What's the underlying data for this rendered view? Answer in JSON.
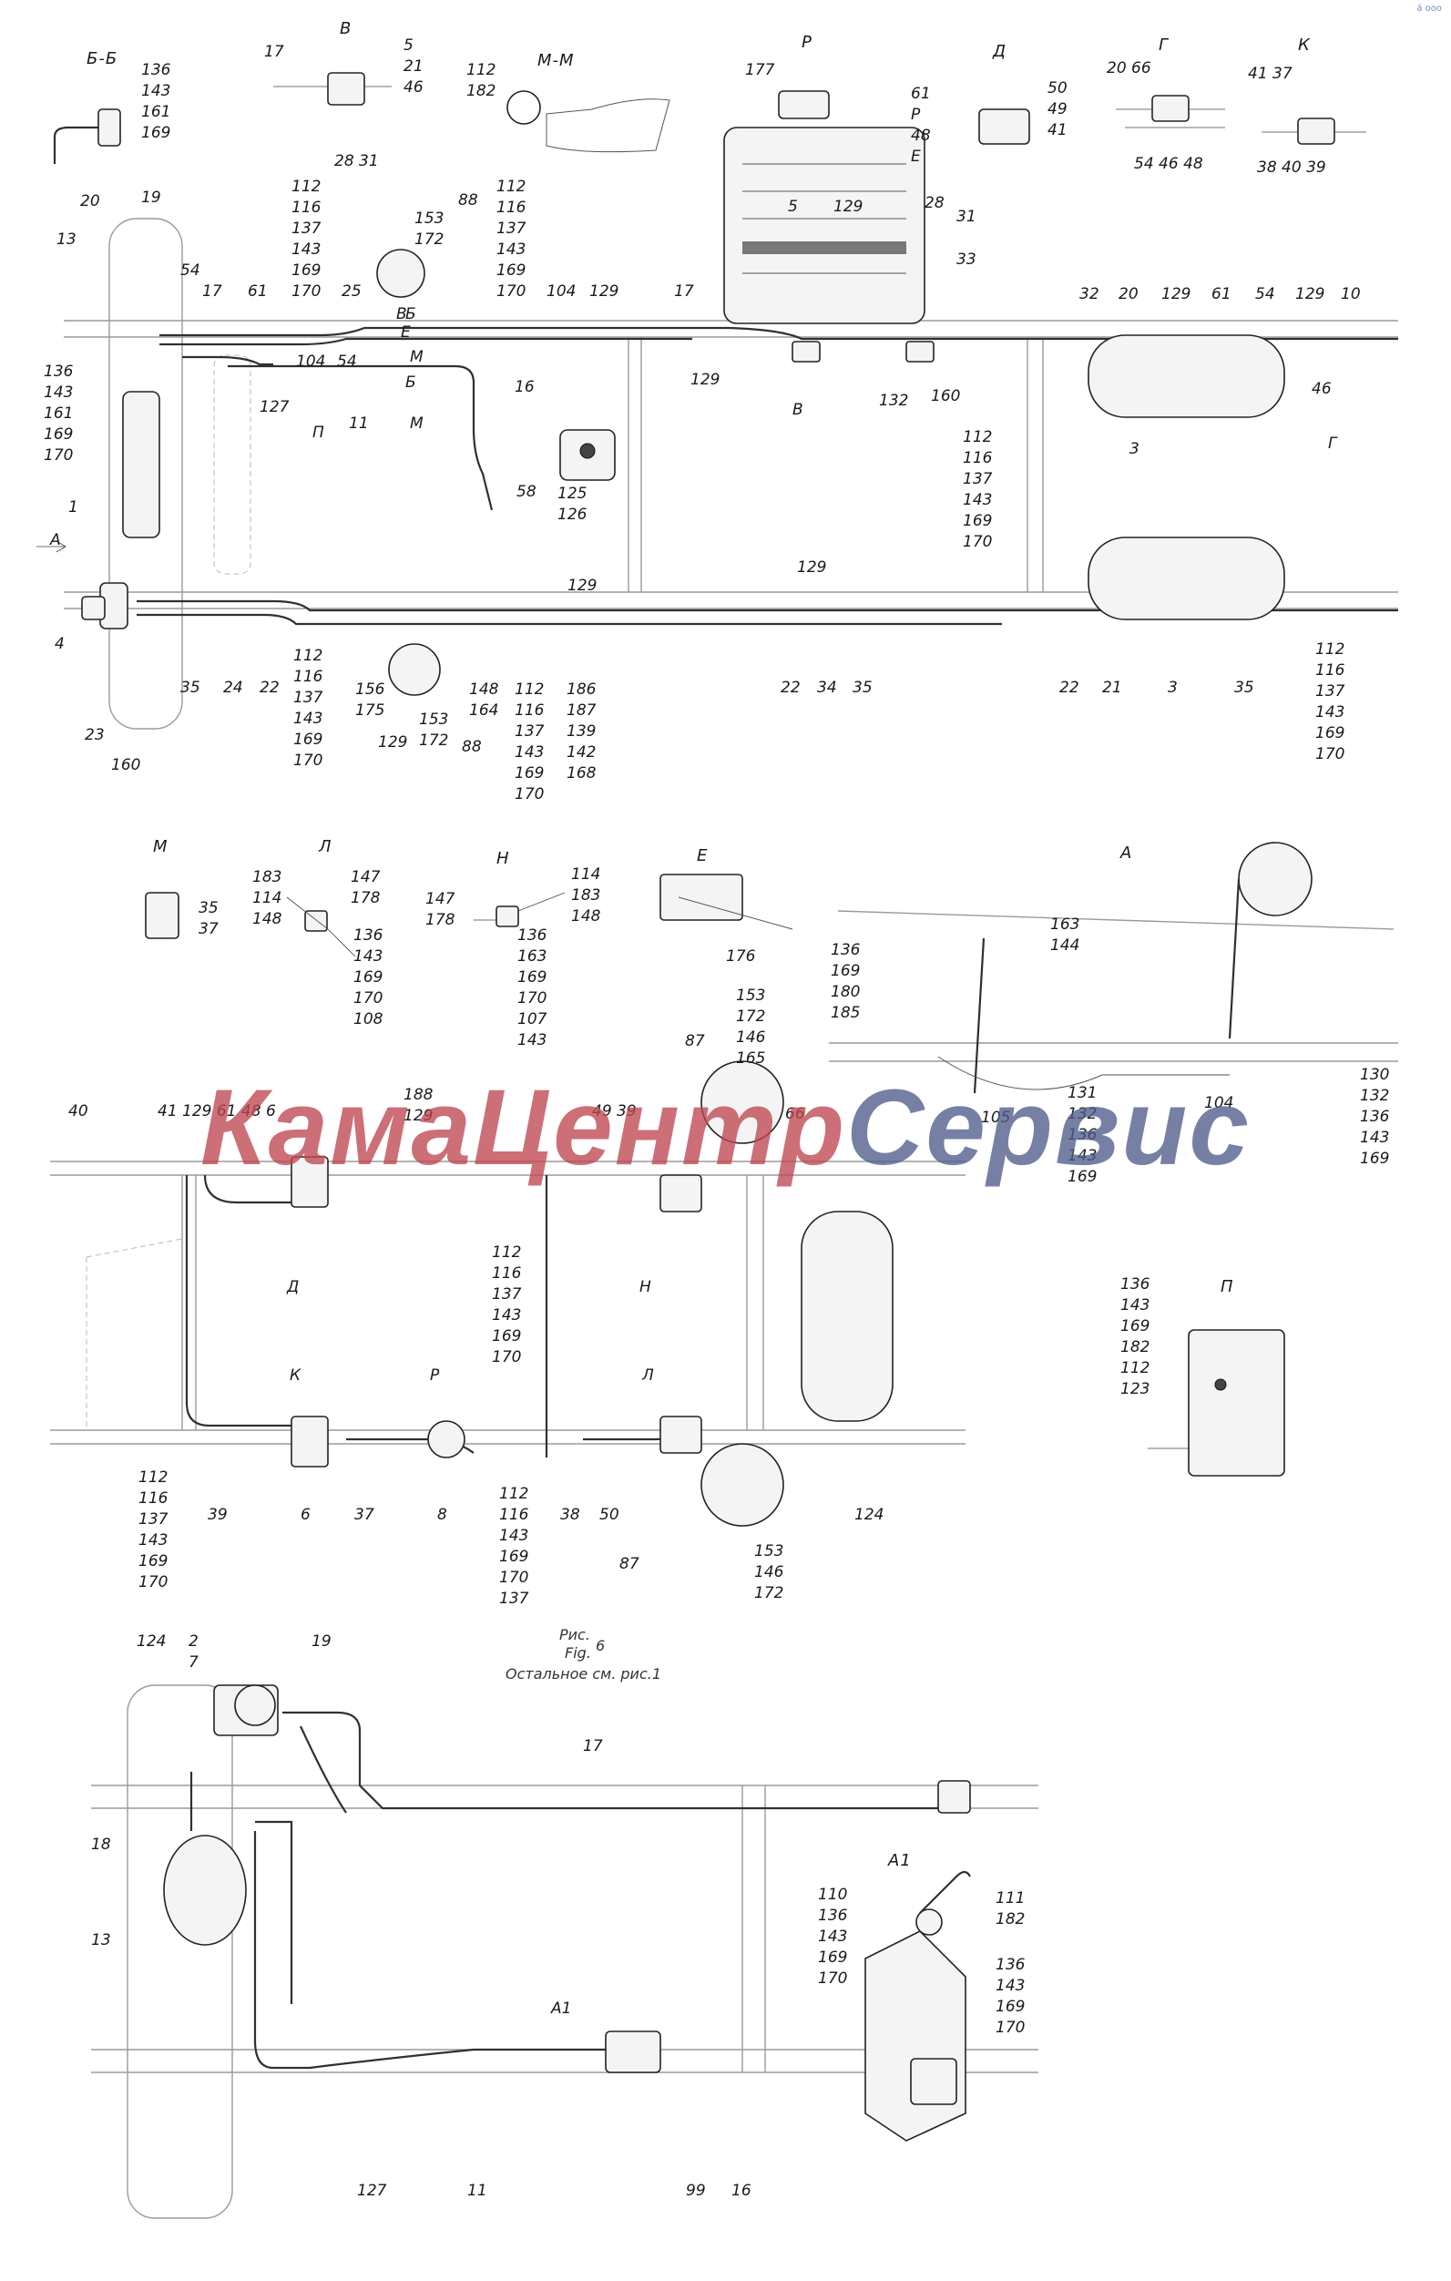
{
  "corner_text": "á ooo",
  "watermark": {
    "part1": "КамаЦ",
    "part2": "ентр",
    "part3": "Сервис"
  },
  "caption": {
    "ris": "Рис.",
    "fig": "Fig.",
    "num": "6",
    "note": "Остальное см. рис.1"
  },
  "view_titles": [
    {
      "id": "bb",
      "text": "Б-Б"
    },
    {
      "id": "v",
      "text": "В"
    },
    {
      "id": "mm",
      "text": "М-М"
    },
    {
      "id": "r",
      "text": "Р"
    },
    {
      "id": "d",
      "text": "Д"
    },
    {
      "id": "g",
      "text": "Г"
    },
    {
      "id": "k",
      "text": "К"
    },
    {
      "id": "m",
      "text": "М"
    },
    {
      "id": "l",
      "text": "Л"
    },
    {
      "id": "n",
      "text": "Н"
    },
    {
      "id": "e",
      "text": "Е"
    },
    {
      "id": "a",
      "text": "А"
    },
    {
      "id": "p",
      "text": "П"
    },
    {
      "id": "a1",
      "text": "А1"
    }
  ],
  "callouts": [
    {
      "id": "c1",
      "text": "136\n143\n161\n169"
    },
    {
      "id": "c2",
      "text": "17"
    },
    {
      "id": "c3",
      "text": "5\n21\n46"
    },
    {
      "id": "c4",
      "text": "28 31"
    },
    {
      "id": "c5",
      "text": "112\n182"
    },
    {
      "id": "c6",
      "text": "177"
    },
    {
      "id": "c7",
      "text": "61\nР\n48\nЕ"
    },
    {
      "id": "c8",
      "text": "50\n49\n41"
    },
    {
      "id": "c9",
      "text": "20   66"
    },
    {
      "id": "c10",
      "text": "54   46   48"
    },
    {
      "id": "c11",
      "text": "41   37"
    },
    {
      "id": "c12",
      "text": "38   40   39"
    },
    {
      "id": "c13",
      "text": "20"
    },
    {
      "id": "c14",
      "text": "19"
    },
    {
      "id": "c15",
      "text": "13"
    },
    {
      "id": "c16",
      "text": "54"
    },
    {
      "id": "c17",
      "text": "17"
    },
    {
      "id": "c18",
      "text": "61"
    },
    {
      "id": "c19",
      "text": "112\n116\n137\n143\n169\n170"
    },
    {
      "id": "c20",
      "text": "25"
    },
    {
      "id": "c21",
      "text": "153\n172"
    },
    {
      "id": "c22",
      "text": "88"
    },
    {
      "id": "c23",
      "text": "112\n116\n137\n143\n169\n170"
    },
    {
      "id": "c24",
      "text": "104"
    },
    {
      "id": "c25",
      "text": "129"
    },
    {
      "id": "c26",
      "text": "17"
    },
    {
      "id": "c27",
      "text": "5"
    },
    {
      "id": "c28",
      "text": "129"
    },
    {
      "id": "c29",
      "text": "28"
    },
    {
      "id": "c30",
      "text": "31"
    },
    {
      "id": "c31",
      "text": "33"
    },
    {
      "id": "c32",
      "text": "32"
    },
    {
      "id": "c33",
      "text": "20"
    },
    {
      "id": "c34",
      "text": "129"
    },
    {
      "id": "c35",
      "text": "61"
    },
    {
      "id": "c36",
      "text": "54"
    },
    {
      "id": "c37",
      "text": "129"
    },
    {
      "id": "c38",
      "text": "10"
    },
    {
      "id": "c39",
      "text": "136\n143\n161\n169\n170"
    },
    {
      "id": "c40",
      "text": "104"
    },
    {
      "id": "c41",
      "text": "54"
    },
    {
      "id": "c42",
      "text": "127"
    },
    {
      "id": "c43",
      "text": "11"
    },
    {
      "id": "c44",
      "text": "16"
    },
    {
      "id": "c45",
      "text": "58"
    },
    {
      "id": "c46",
      "text": "125\n126"
    },
    {
      "id": "c47",
      "text": "129"
    },
    {
      "id": "c48",
      "text": "132"
    },
    {
      "id": "c49",
      "text": "160"
    },
    {
      "id": "c50",
      "text": "112\n116\n137\n143\n169\n170"
    },
    {
      "id": "c51",
      "text": "3"
    },
    {
      "id": "c52",
      "text": "46"
    },
    {
      "id": "c53",
      "text": "1"
    },
    {
      "id": "c54",
      "text": "129"
    },
    {
      "id": "c55",
      "text": "129"
    },
    {
      "id": "c56",
      "text": "4"
    },
    {
      "id": "c57",
      "text": "23"
    },
    {
      "id": "c58",
      "text": "160"
    },
    {
      "id": "c59",
      "text": "35"
    },
    {
      "id": "c60",
      "text": "24"
    },
    {
      "id": "c61",
      "text": "22"
    },
    {
      "id": "c62",
      "text": "112\n116\n137\n143\n169\n170"
    },
    {
      "id": "c63",
      "text": "156\n175"
    },
    {
      "id": "c64",
      "text": "129"
    },
    {
      "id": "c65",
      "text": "153\n172"
    },
    {
      "id": "c66",
      "text": "88"
    },
    {
      "id": "c67",
      "text": "148\n164"
    },
    {
      "id": "c68",
      "text": "112\n116\n137\n143\n169\n170"
    },
    {
      "id": "c69",
      "text": "186\n187\n139\n142\n168"
    },
    {
      "id": "c70",
      "text": "22"
    },
    {
      "id": "c71",
      "text": "34"
    },
    {
      "id": "c72",
      "text": "35"
    },
    {
      "id": "c73",
      "text": "22"
    },
    {
      "id": "c74",
      "text": "21"
    },
    {
      "id": "c75",
      "text": "3"
    },
    {
      "id": "c76",
      "text": "35"
    },
    {
      "id": "c77",
      "text": "112\n116\n137\n143\n169\n170"
    },
    {
      "id": "c78",
      "text": "35\n\n37"
    },
    {
      "id": "c79",
      "text": "183\n114\n148"
    },
    {
      "id": "c80",
      "text": "147\n178"
    },
    {
      "id": "c81",
      "text": "136\n143\n169\n170\n108"
    },
    {
      "id": "c82",
      "text": "147\n178"
    },
    {
      "id": "c83",
      "text": "114\n183\n148"
    },
    {
      "id": "c84",
      "text": "136\n163\n169\n170\n107\n143"
    },
    {
      "id": "c85",
      "text": "176"
    },
    {
      "id": "c86",
      "text": "163\n144"
    },
    {
      "id": "c87",
      "text": "136\n169\n180\n185"
    },
    {
      "id": "c88",
      "text": "130\n132\n136\n143\n169"
    },
    {
      "id": "c89",
      "text": "131\n132\n136\n143\n169"
    },
    {
      "id": "c90",
      "text": "105"
    },
    {
      "id": "c91",
      "text": "104"
    },
    {
      "id": "c92",
      "text": "153\n172\n146\n165"
    },
    {
      "id": "c93",
      "text": "87"
    },
    {
      "id": "c94",
      "text": "40"
    },
    {
      "id": "c95",
      "text": "41  129  61  48    6"
    },
    {
      "id": "c96",
      "text": "188\n129"
    },
    {
      "id": "c97",
      "text": "49   39"
    },
    {
      "id": "c98",
      "text": "66"
    },
    {
      "id": "c99",
      "text": "112\n116\n137\n143\n169\n170"
    },
    {
      "id": "c100",
      "text": "136\n143\n169\n182\n112\n123"
    },
    {
      "id": "c101",
      "text": "112\n116\n137\n143\n169\n170"
    },
    {
      "id": "c102",
      "text": "39"
    },
    {
      "id": "c103",
      "text": "6"
    },
    {
      "id": "c104",
      "text": "37"
    },
    {
      "id": "c105",
      "text": "8"
    },
    {
      "id": "c106",
      "text": "112\n116\n143\n169\n170\n137"
    },
    {
      "id": "c107",
      "text": "38"
    },
    {
      "id": "c108",
      "text": "50"
    },
    {
      "id": "c109",
      "text": "87"
    },
    {
      "id": "c110",
      "text": "153\n146\n172"
    },
    {
      "id": "c111",
      "text": "124"
    },
    {
      "id": "c112",
      "text": "124"
    },
    {
      "id": "c113",
      "text": "2\n7"
    },
    {
      "id": "c114",
      "text": "19"
    },
    {
      "id": "c115",
      "text": "17"
    },
    {
      "id": "c116",
      "text": "18"
    },
    {
      "id": "c117",
      "text": "13"
    },
    {
      "id": "c118",
      "text": "110\n136\n143\n169\n170"
    },
    {
      "id": "c119",
      "text": "111\n182"
    },
    {
      "id": "c120",
      "text": "136\n143\n169\n170"
    },
    {
      "id": "c121",
      "text": "127"
    },
    {
      "id": "c122",
      "text": "11"
    },
    {
      "id": "c123",
      "text": "99"
    },
    {
      "id": "c124",
      "text": "16"
    },
    {
      "id": "c125",
      "text": "А1"
    },
    {
      "id": "c126",
      "text": "Д"
    },
    {
      "id": "c127",
      "text": "Н"
    },
    {
      "id": "c128",
      "text": "К"
    },
    {
      "id": "c129",
      "text": "Р"
    },
    {
      "id": "c130",
      "text": "Л"
    },
    {
      "id": "c131",
      "text": "А"
    },
    {
      "id": "c132",
      "text": "П"
    },
    {
      "id": "c133",
      "text": "В"
    },
    {
      "id": "c134",
      "text": "Г"
    },
    {
      "id": "c135",
      "text": "М"
    },
    {
      "id": "c136",
      "text": "Б"
    },
    {
      "id": "c137",
      "text": "М"
    },
    {
      "id": "c138",
      "text": "Б"
    },
    {
      "id": "c139",
      "text": "Е"
    },
    {
      "id": "c140",
      "text": "В"
    }
  ]
}
